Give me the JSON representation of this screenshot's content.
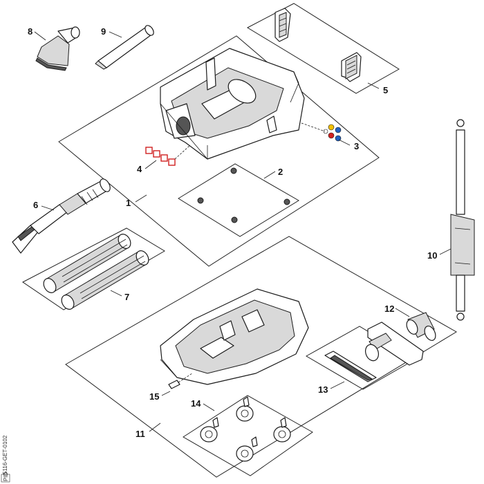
{
  "callouts": {
    "c1": "1",
    "c2": "2",
    "c3": "3",
    "c4": "4",
    "c5": "5",
    "c6": "6",
    "c7": "7",
    "c8": "8",
    "c9": "9",
    "c10": "10",
    "c11": "11",
    "c12": "12",
    "c13": "13",
    "c14": "14",
    "c15": "15"
  },
  "drawing_code": "5116-GET-0102",
  "stamp_code": "PID"
}
